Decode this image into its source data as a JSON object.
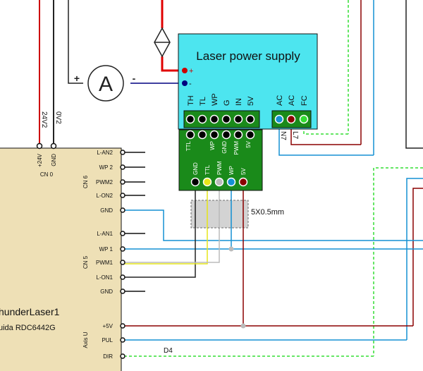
{
  "power_supply": {
    "title": "Laser power supply",
    "plus": "+",
    "minus": "-",
    "pins_left": [
      "TH",
      "TL",
      "WP",
      "G",
      "IN",
      "5V"
    ],
    "pins_right": [
      "AC",
      "AC",
      "FC"
    ]
  },
  "ammeter": {
    "symbol": "A",
    "plus": "+",
    "minus": "-"
  },
  "power_wire_labels": [
    "24V2",
    "0V2"
  ],
  "ac_wire_labels": [
    "N7",
    "L7"
  ],
  "adapter": {
    "top_pins": [
      "TTL",
      "",
      "WP",
      "GND",
      "PWM",
      "5V"
    ],
    "bottom_pins": [
      "GND",
      "TTL",
      "PWM",
      "WP",
      "5V"
    ]
  },
  "resistor_label": "5X0.5mm",
  "controller": {
    "name": "hunderLaser1",
    "model": "uida RDC6442G",
    "cn0": {
      "label": "CN 0",
      "pins": [
        "+24V",
        "GND"
      ]
    },
    "cn6": {
      "label": "CN 6",
      "pins": [
        "L-AN2",
        "WP 2",
        "PWM2",
        "L-ON2",
        "GND"
      ]
    },
    "cn5": {
      "label": "CN 5",
      "pins": [
        "L-AN1",
        "WP 1",
        "PWM1",
        "L-ON1",
        "GND"
      ]
    },
    "axis_u": {
      "label": "Axis U",
      "pins": [
        "+5V",
        "PUL",
        "DIR"
      ]
    }
  },
  "dir_wire_label": "D4",
  "colors": {
    "controller_fill": "#eee0b6",
    "psu_fill": "#4de5ef",
    "adapter_fill": "#1a8a1a",
    "wire_red": "#8b0000",
    "wire_bright_red": "#e00000",
    "wire_blue": "#1591d3",
    "wire_navy": "#000080",
    "wire_green_dashed": "#33dd33",
    "wire_yellow": "#e6e61a",
    "wire_gray": "#bbbbbb"
  }
}
